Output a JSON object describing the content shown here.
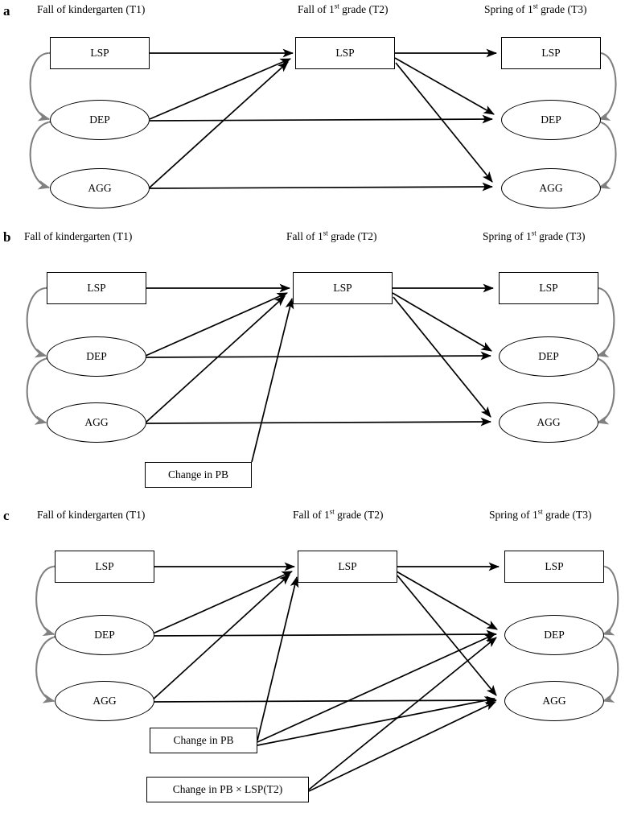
{
  "figure": {
    "type": "path-diagram",
    "panels": [
      {
        "letter": "a",
        "headers": [
          {
            "pre": "Fall of kindergarten (T1)",
            "sup": "",
            "post": ""
          },
          {
            "pre": "Fall of 1",
            "sup": "st",
            "post": " grade (T2)"
          },
          {
            "pre": "Spring of 1",
            "sup": "st",
            "post": " grade (T3)"
          }
        ],
        "nodes": {
          "t1_lsp": "LSP",
          "t1_dep": "DEP",
          "t1_agg": "AGG",
          "t2_lsp": "LSP",
          "t3_lsp": "LSP",
          "t3_dep": "DEP",
          "t3_agg": "AGG"
        }
      },
      {
        "letter": "b",
        "headers": [
          {
            "pre": "Fall of kindergarten (T1)",
            "sup": "",
            "post": ""
          },
          {
            "pre": "Fall of 1",
            "sup": "st",
            "post": " grade (T2)"
          },
          {
            "pre": "Spring of 1",
            "sup": "st",
            "post": " grade (T3)"
          }
        ],
        "nodes": {
          "t1_lsp": "LSP",
          "t1_dep": "DEP",
          "t1_agg": "AGG",
          "t2_lsp": "LSP",
          "t3_lsp": "LSP",
          "t3_dep": "DEP",
          "t3_agg": "AGG",
          "change_pb": "Change in PB"
        }
      },
      {
        "letter": "c",
        "headers": [
          {
            "pre": "Fall of kindergarten (T1)",
            "sup": "",
            "post": ""
          },
          {
            "pre": "Fall of 1",
            "sup": "st",
            "post": " grade (T2)"
          },
          {
            "pre": "Spring of 1",
            "sup": "st",
            "post": " grade (T3)"
          }
        ],
        "nodes": {
          "t1_lsp": "LSP",
          "t1_dep": "DEP",
          "t1_agg": "AGG",
          "t2_lsp": "LSP",
          "t3_lsp": "LSP",
          "t3_dep": "DEP",
          "t3_agg": "AGG",
          "change_pb": "Change in PB",
          "change_pb_x_lsp": "Change in PB × LSP(T2)"
        }
      }
    ]
  },
  "colors": {
    "path_arrow": "#000000",
    "correlation_arrow": "#808080",
    "node_border": "#000000",
    "background": "#ffffff",
    "text": "#000000"
  },
  "chart_data": {
    "type": "diagram",
    "title": "Three cross-lagged panel path models (a, b, c)",
    "waves": [
      "Fall of kindergarten (T1)",
      "Fall of 1st grade (T2)",
      "Spring of 1st grade (T3)"
    ],
    "constructs": [
      "LSP",
      "DEP",
      "AGG",
      "Change in PB",
      "Change in PB × LSP(T2)"
    ],
    "panels": [
      {
        "id": "a",
        "directed_paths": [
          {
            "from": "LSP(T1)",
            "to": "LSP(T2)"
          },
          {
            "from": "DEP(T1)",
            "to": "LSP(T2)"
          },
          {
            "from": "AGG(T1)",
            "to": "LSP(T2)"
          },
          {
            "from": "DEP(T1)",
            "to": "DEP(T3)"
          },
          {
            "from": "AGG(T1)",
            "to": "AGG(T3)"
          },
          {
            "from": "LSP(T2)",
            "to": "LSP(T3)"
          },
          {
            "from": "LSP(T2)",
            "to": "DEP(T3)"
          },
          {
            "from": "LSP(T2)",
            "to": "AGG(T3)"
          }
        ],
        "correlations": [
          {
            "between": [
              "LSP(T1)",
              "DEP(T1)"
            ]
          },
          {
            "between": [
              "DEP(T1)",
              "AGG(T1)"
            ]
          },
          {
            "between": [
              "LSP(T3)",
              "DEP(T3)"
            ]
          },
          {
            "between": [
              "DEP(T3)",
              "AGG(T3)"
            ]
          }
        ]
      },
      {
        "id": "b",
        "directed_paths": [
          {
            "from": "LSP(T1)",
            "to": "LSP(T2)"
          },
          {
            "from": "DEP(T1)",
            "to": "LSP(T2)"
          },
          {
            "from": "AGG(T1)",
            "to": "LSP(T2)"
          },
          {
            "from": "Change in PB",
            "to": "LSP(T2)"
          },
          {
            "from": "DEP(T1)",
            "to": "DEP(T3)"
          },
          {
            "from": "AGG(T1)",
            "to": "AGG(T3)"
          },
          {
            "from": "LSP(T2)",
            "to": "LSP(T3)"
          },
          {
            "from": "LSP(T2)",
            "to": "DEP(T3)"
          },
          {
            "from": "LSP(T2)",
            "to": "AGG(T3)"
          }
        ],
        "correlations": [
          {
            "between": [
              "LSP(T1)",
              "DEP(T1)"
            ]
          },
          {
            "between": [
              "DEP(T1)",
              "AGG(T1)"
            ]
          },
          {
            "between": [
              "LSP(T3)",
              "DEP(T3)"
            ]
          },
          {
            "between": [
              "DEP(T3)",
              "AGG(T3)"
            ]
          }
        ]
      },
      {
        "id": "c",
        "directed_paths": [
          {
            "from": "LSP(T1)",
            "to": "LSP(T2)"
          },
          {
            "from": "DEP(T1)",
            "to": "LSP(T2)"
          },
          {
            "from": "AGG(T1)",
            "to": "LSP(T2)"
          },
          {
            "from": "Change in PB",
            "to": "LSP(T2)"
          },
          {
            "from": "DEP(T1)",
            "to": "DEP(T3)"
          },
          {
            "from": "AGG(T1)",
            "to": "AGG(T3)"
          },
          {
            "from": "LSP(T2)",
            "to": "LSP(T3)"
          },
          {
            "from": "LSP(T2)",
            "to": "DEP(T3)"
          },
          {
            "from": "LSP(T2)",
            "to": "AGG(T3)"
          },
          {
            "from": "Change in PB",
            "to": "DEP(T3)"
          },
          {
            "from": "Change in PB",
            "to": "AGG(T3)"
          },
          {
            "from": "Change in PB × LSP(T2)",
            "to": "DEP(T3)"
          },
          {
            "from": "Change in PB × LSP(T2)",
            "to": "AGG(T3)"
          }
        ],
        "correlations": [
          {
            "between": [
              "LSP(T1)",
              "DEP(T1)"
            ]
          },
          {
            "between": [
              "DEP(T1)",
              "AGG(T1)"
            ]
          },
          {
            "between": [
              "LSP(T3)",
              "DEP(T3)"
            ]
          },
          {
            "between": [
              "DEP(T3)",
              "AGG(T3)"
            ]
          }
        ]
      }
    ]
  }
}
